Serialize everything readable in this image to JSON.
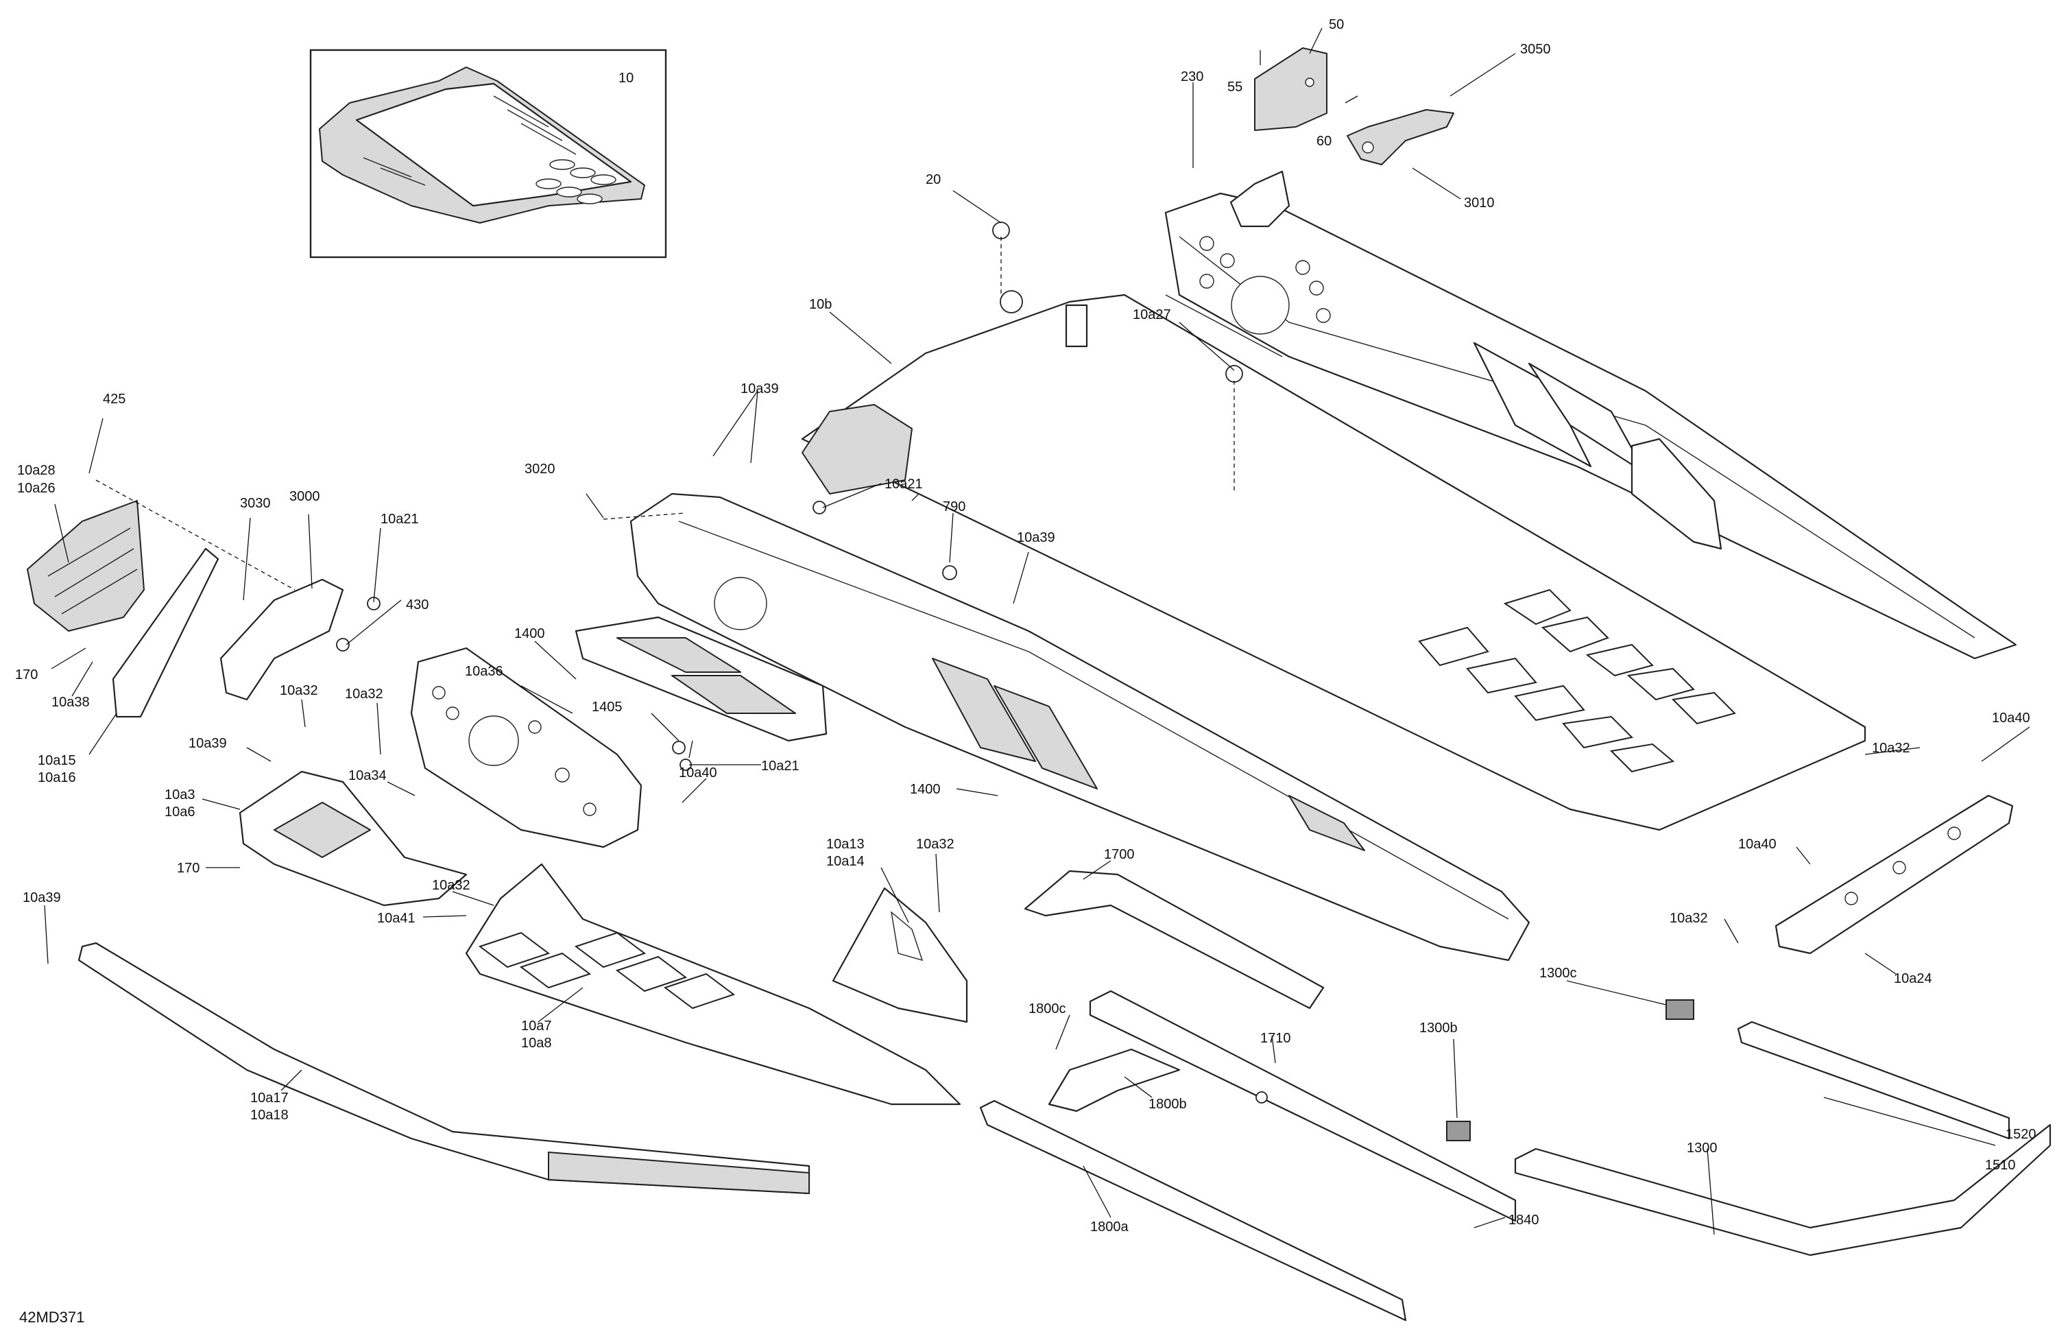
{
  "diagram": {
    "code": "42MD371",
    "inset_label": "10",
    "callouts": {
      "c50": "50",
      "c55": "55",
      "c60": "60",
      "c230": "230",
      "c3050": "3050",
      "c3010": "3010",
      "c20": "20",
      "c10b": "10b",
      "c10a27": "10a27",
      "c10a39_top": "10a39",
      "c10a21_top": "10a21",
      "c3020": "3020",
      "c790": "790",
      "c10a39_mid": "10a39",
      "c425": "425",
      "c10a28": "10a28",
      "c10a26": "10a26",
      "c3030": "3030",
      "c3000": "3000",
      "c10a21_left": "10a21",
      "c430": "430",
      "c170_left": "170",
      "c10a38": "10a38",
      "c10a15": "10a15",
      "c10a16": "10a16",
      "c1400_a": "1400",
      "c10a36": "10a36",
      "c1405": "1405",
      "c10a21_mid": "10a21",
      "c10a32_a": "10a32",
      "c10a32_b": "10a32",
      "c10a39_left": "10a39",
      "c10a34": "10a34",
      "c10a40_mid": "10a40",
      "c10a3": "10a3",
      "c10a6": "10a6",
      "c170_mid": "170",
      "c1400_b": "1400",
      "c10a13": "10a13",
      "c10a14": "10a14",
      "c10a32_c": "10a32",
      "c10a32_d": "10a32",
      "c10a41": "10a41",
      "c10a39_bottom": "10a39",
      "c1700": "1700",
      "c10a7": "10a7",
      "c10a8": "10a8",
      "c10a17": "10a17",
      "c10a18": "10a18",
      "c1710": "1710",
      "c1800c": "1800c",
      "c1800b": "1800b",
      "c1800a": "1800a",
      "c1840": "1840",
      "c1300b": "1300b",
      "c1300c": "1300c",
      "c1300": "1300",
      "c1520": "1520",
      "c1510": "1510",
      "c10a40_right": "10a40",
      "c10a32_e": "10a32",
      "c10a40_r2": "10a40",
      "c10a32_f": "10a32",
      "c10a24": "10a24"
    }
  }
}
